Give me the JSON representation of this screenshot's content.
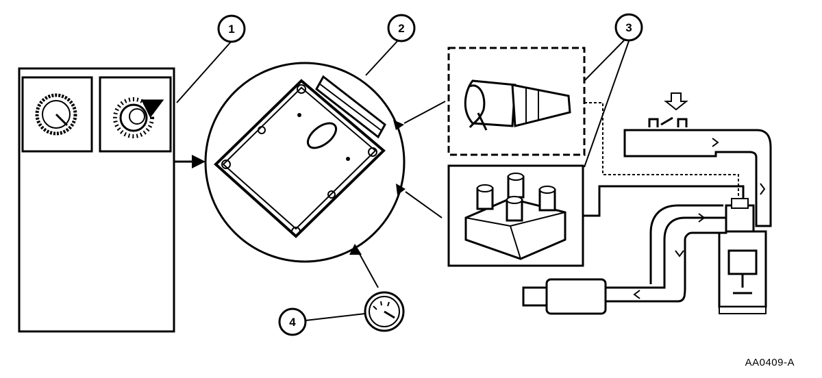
{
  "callouts": [
    {
      "number": "1",
      "target": "sensor-panel"
    },
    {
      "number": "2",
      "target": "control-module"
    },
    {
      "number": "3",
      "target": "ignition-components"
    },
    {
      "number": "4",
      "target": "gauge"
    }
  ],
  "reference_code": "AA0409-A",
  "colors": {
    "line": "#000000",
    "background": "#ffffff"
  }
}
